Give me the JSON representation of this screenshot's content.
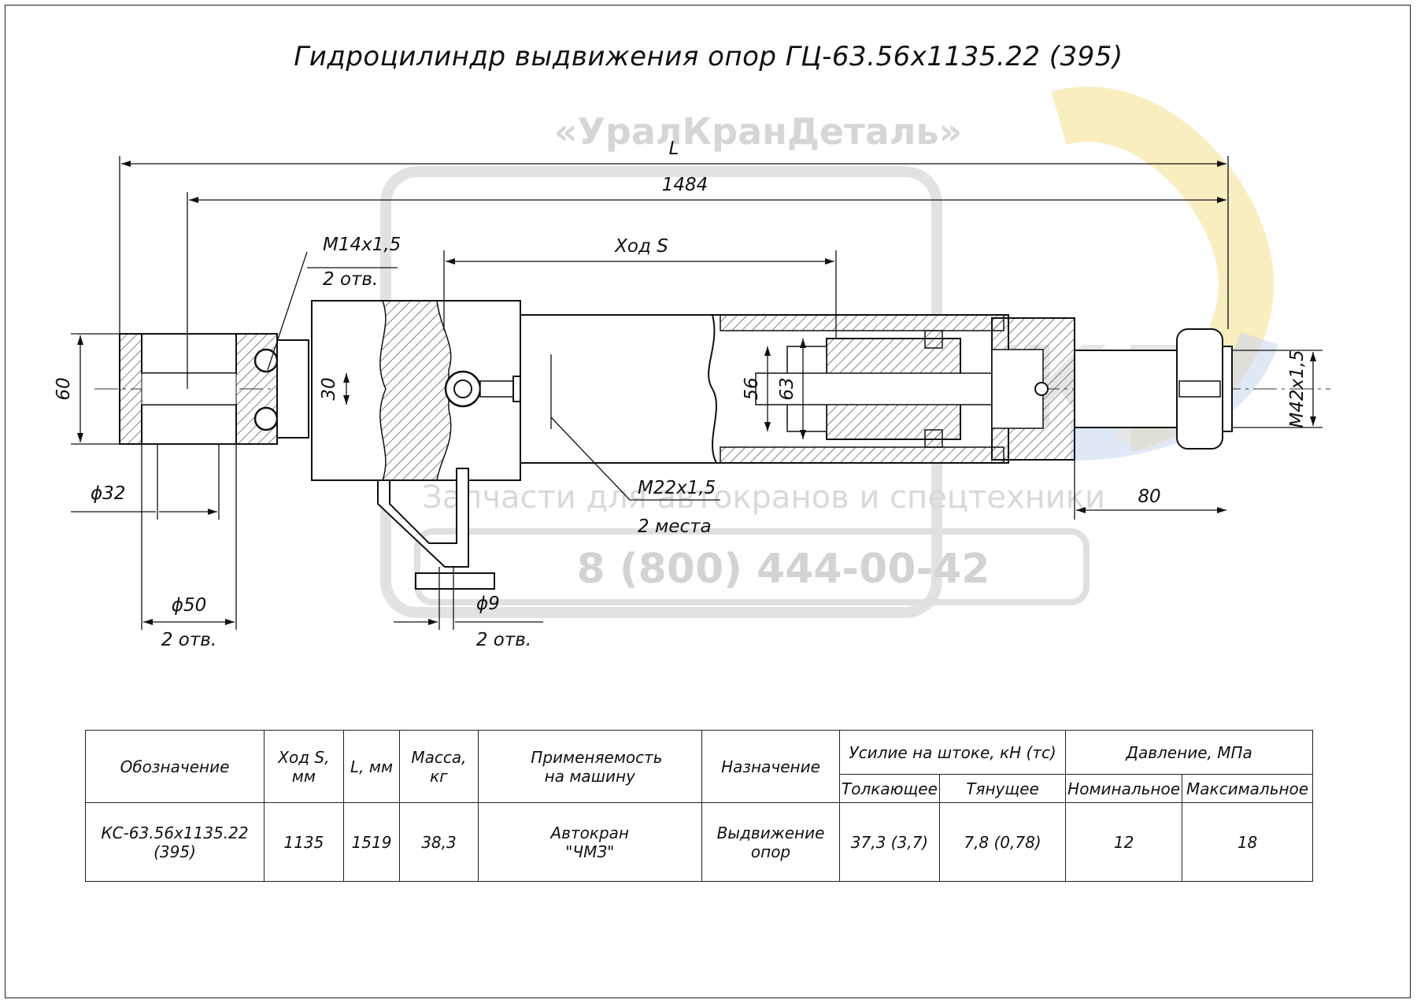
{
  "title": "Гидроцилиндр выдвижения опор ГЦ-63.56х1135.22 (395)",
  "watermark": {
    "brand": "«УралКранДеталь»",
    "logo": "УКД",
    "tagline": "Запчасти для автокранов и спецтехники",
    "phone": "8 (800) 444-00-42",
    "logo_colors": [
      "#f2e08a",
      "#c9d6ec"
    ]
  },
  "dimensions": {
    "overall": "L",
    "length": "1484",
    "stroke": "Ход S",
    "port_thread": "М14х1,5",
    "port_count": "2 отв.",
    "height": "60",
    "rod_inner": "30",
    "rod_diameter": "56",
    "bore_diameter": "63",
    "thread_end": "М42х1,5",
    "end_length": "80",
    "pin_hole": "ϕ32",
    "eye_diameter": "ϕ50",
    "eye_count": "2 отв.",
    "fitting_thread": "М22х1,5",
    "fitting_count": "2 места",
    "bracket_hole": "ϕ9",
    "bracket_count": "2 отв."
  },
  "table": {
    "headers": {
      "designation": "Обозначение",
      "stroke": "Ход S, мм",
      "length": "L, мм",
      "mass": "Масса, кг",
      "application": "Применяемость на машину",
      "purpose": "Назначение",
      "force": "Усилие на штоке, кН (тс)",
      "force_push": "Толкающее",
      "force_pull": "Тянущее",
      "pressure": "Давление, МПа",
      "pressure_nom": "Номинальное",
      "pressure_max": "Максимальное"
    },
    "row": {
      "designation": "КС-63.56х1135.22 (395)",
      "stroke": "1135",
      "length": "1519",
      "mass": "38,3",
      "application_1": "Автокран",
      "application_2": "\"ЧМЗ\"",
      "purpose": "Выдвижение опор",
      "force_push": "37,3 (3,7)",
      "force_pull": "7,8 (0,78)",
      "pressure_nom": "12",
      "pressure_max": "18"
    }
  }
}
